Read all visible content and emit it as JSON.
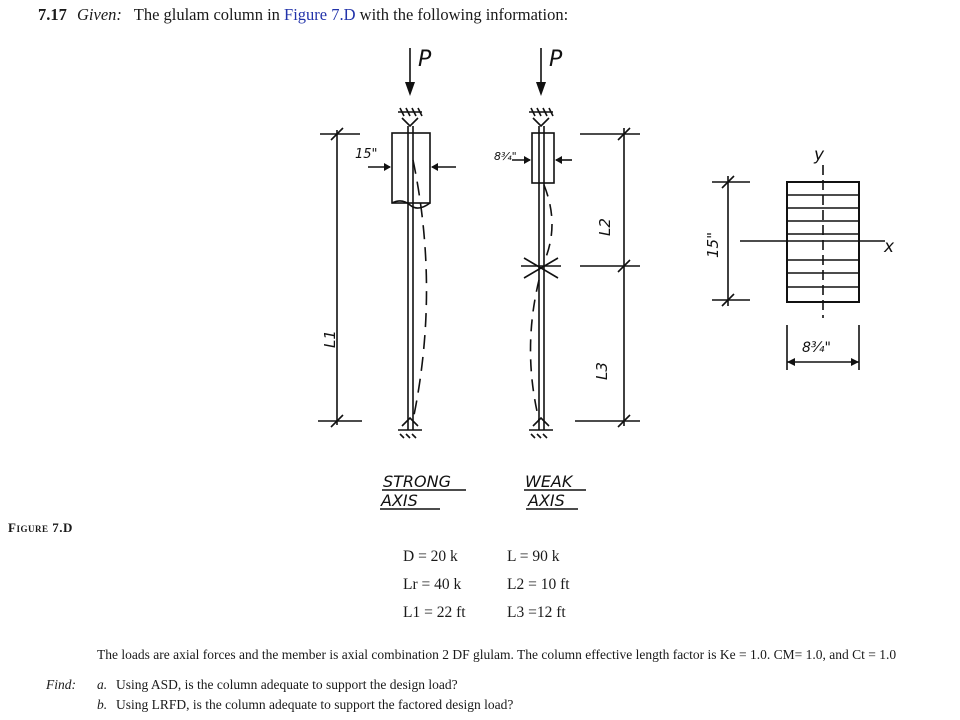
{
  "header": {
    "number": "7.17",
    "given_label": "Given:",
    "text_before": "The glulam column in ",
    "figure_ref": "Figure 7.D",
    "text_after": " with the following information:"
  },
  "figure": {
    "label": "Figure 7.D",
    "load_label": "P",
    "strong": {
      "dim_width": "15\"",
      "length_label": "L1",
      "caption_line1": "STRONG",
      "caption_line2": "AXIS"
    },
    "weak": {
      "dim_width": "8¾\"",
      "upper_length_label": "L2",
      "lower_length_label": "L3",
      "caption_line1": "WEAK",
      "caption_line2": "AXIS"
    },
    "section": {
      "height_label": "15\"",
      "width_label": "8¾\"",
      "axis_x": "x",
      "axis_y": "y"
    }
  },
  "given_data": {
    "D": "D = 20 k",
    "L": "L = 90 k",
    "Lr": "Lr = 40 k",
    "L2": "L2 = 10 ft",
    "L1": "L1 = 22 ft",
    "L3": "L3 =12 ft"
  },
  "description": "The loads are axial forces and the member is axial combination 2 DF glulam. The column effective length factor is Ke = 1.0. CM= 1.0, and Ct = 1.0",
  "find": {
    "label": "Find:",
    "items": [
      {
        "letter": "a.",
        "text": "Using ASD, is the column adequate to support the design load?"
      },
      {
        "letter": "b.",
        "text": "Using LRFD, is the column adequate to support the factored design load?"
      }
    ]
  }
}
